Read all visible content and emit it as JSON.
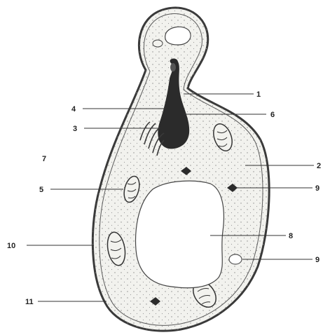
{
  "figure": {
    "labels": [
      {
        "id": "label-1",
        "text": "1"
      },
      {
        "id": "label-2",
        "text": "2"
      },
      {
        "id": "label-3",
        "text": "3"
      },
      {
        "id": "label-4",
        "text": "4"
      },
      {
        "id": "label-5",
        "text": "5"
      },
      {
        "id": "label-6",
        "text": "6"
      },
      {
        "id": "label-7",
        "text": "7"
      },
      {
        "id": "label-8",
        "text": "8"
      },
      {
        "id": "label-9a",
        "text": "9"
      },
      {
        "id": "label-9b",
        "text": "9"
      },
      {
        "id": "label-10",
        "text": "10"
      },
      {
        "id": "label-11",
        "text": "11"
      }
    ]
  },
  "colors": {
    "outline": "#3a3a3a",
    "fill": "#f2f2ee",
    "nucleus": "#2b2b2b",
    "text": "#222222"
  }
}
